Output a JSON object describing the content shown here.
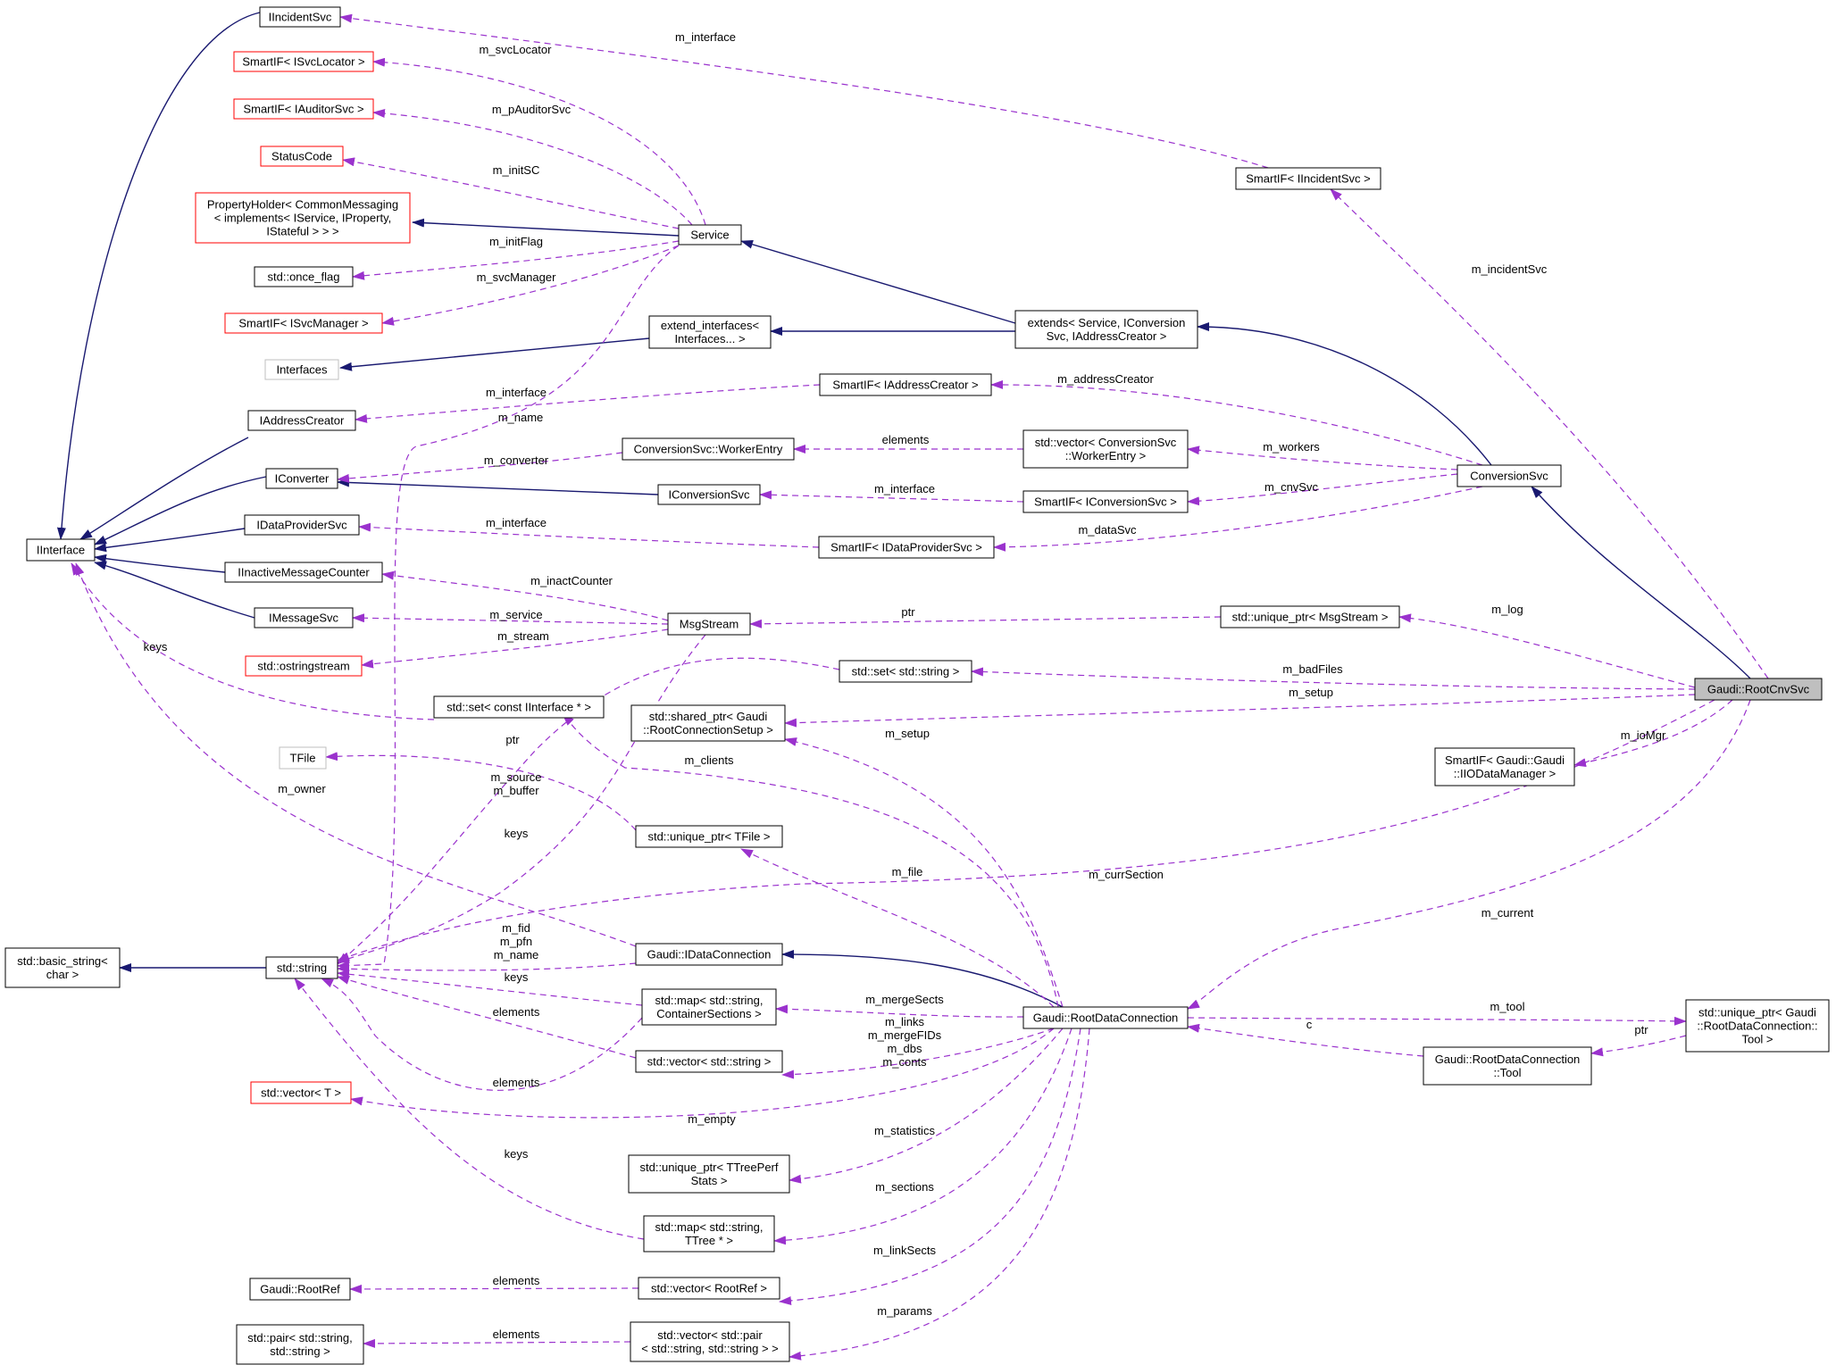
{
  "colors": {
    "inheritance": "#191970",
    "usage": "#9a32cd",
    "node_border": "#000000",
    "node_border_undocumented": "#ff0000",
    "node_border_external": "#bfbfbf",
    "node_fill": "#ffffff",
    "node_fill_focus": "#bfbfbf"
  },
  "nodes": {
    "IIncidentSvc": {
      "lines": [
        "IIncidentSvc"
      ],
      "style": "normal"
    },
    "SmartIF_ISvcLocator": {
      "lines": [
        "SmartIF< ISvcLocator >"
      ],
      "style": "red"
    },
    "SmartIF_IAuditorSvc": {
      "lines": [
        "SmartIF< IAuditorSvc >"
      ],
      "style": "red"
    },
    "StatusCode": {
      "lines": [
        "StatusCode"
      ],
      "style": "red"
    },
    "PropertyHolder": {
      "lines": [
        "PropertyHolder< CommonMessaging",
        "< implements< IService, IProperty,",
        "IStateful > > >"
      ],
      "style": "red"
    },
    "once_flag": {
      "lines": [
        "std::once_flag"
      ],
      "style": "normal"
    },
    "SmartIF_ISvcManager": {
      "lines": [
        "SmartIF< ISvcManager >"
      ],
      "style": "red"
    },
    "Interfaces": {
      "lines": [
        "Interfaces"
      ],
      "style": "gray"
    },
    "IAddressCreator": {
      "lines": [
        "IAddressCreator"
      ],
      "style": "normal"
    },
    "IConverter": {
      "lines": [
        "IConverter"
      ],
      "style": "normal"
    },
    "IDataProviderSvc": {
      "lines": [
        "IDataProviderSvc"
      ],
      "style": "normal"
    },
    "IInterface": {
      "lines": [
        "IInterface"
      ],
      "style": "normal"
    },
    "IInactiveMessageCounter": {
      "lines": [
        "IInactiveMessageCounter"
      ],
      "style": "normal"
    },
    "IMessageSvc": {
      "lines": [
        "IMessageSvc"
      ],
      "style": "normal"
    },
    "ostringstream": {
      "lines": [
        "std::ostringstream"
      ],
      "style": "red"
    },
    "set_IInterface": {
      "lines": [
        "std::set< const IInterface * >"
      ],
      "style": "normal"
    },
    "TFile": {
      "lines": [
        "TFile"
      ],
      "style": "gray"
    },
    "basic_string": {
      "lines": [
        "std::basic_string<",
        "char >"
      ],
      "style": "normal"
    },
    "std_string": {
      "lines": [
        "std::string"
      ],
      "style": "normal"
    },
    "vector_T": {
      "lines": [
        "std::vector< T >"
      ],
      "style": "red"
    },
    "RootRef": {
      "lines": [
        "Gaudi::RootRef"
      ],
      "style": "normal"
    },
    "pair_string": {
      "lines": [
        "std::pair< std::string,",
        "std::string >"
      ],
      "style": "normal"
    },
    "Service": {
      "lines": [
        "Service"
      ],
      "style": "normal"
    },
    "extend_interfaces": {
      "lines": [
        "extend_interfaces<",
        "Interfaces... >"
      ],
      "style": "normal"
    },
    "ConversionSvc_WorkerEntry": {
      "lines": [
        "ConversionSvc::WorkerEntry"
      ],
      "style": "normal"
    },
    "IConversionSvc": {
      "lines": [
        "IConversionSvc"
      ],
      "style": "normal"
    },
    "MsgStream": {
      "lines": [
        "MsgStream"
      ],
      "style": "normal"
    },
    "SmartIF_IAddressCreator": {
      "lines": [
        "SmartIF< IAddressCreator >"
      ],
      "style": "normal"
    },
    "SmartIF_IDataProviderSvc": {
      "lines": [
        "SmartIF< IDataProviderSvc >"
      ],
      "style": "normal"
    },
    "set_string": {
      "lines": [
        "std::set< std::string >"
      ],
      "style": "normal"
    },
    "shared_ptr_setup": {
      "lines": [
        "std::shared_ptr< Gaudi",
        "::RootConnectionSetup >"
      ],
      "style": "normal"
    },
    "unique_ptr_TFile": {
      "lines": [
        "std::unique_ptr< TFile >"
      ],
      "style": "normal"
    },
    "IDataConnection": {
      "lines": [
        "Gaudi::IDataConnection"
      ],
      "style": "normal"
    },
    "map_ContainerSections": {
      "lines": [
        "std::map< std::string,",
        "ContainerSections >"
      ],
      "style": "normal"
    },
    "vector_string": {
      "lines": [
        "std::vector< std::string >"
      ],
      "style": "normal"
    },
    "unique_ptr_TTreePerfStats": {
      "lines": [
        "std::unique_ptr< TTreePerf",
        "Stats >"
      ],
      "style": "normal"
    },
    "map_TTree": {
      "lines": [
        "std::map< std::string,",
        "TTree * >"
      ],
      "style": "normal"
    },
    "vector_RootRef": {
      "lines": [
        "std::vector< RootRef >"
      ],
      "style": "normal"
    },
    "vector_pair": {
      "lines": [
        "std::vector< std::pair",
        "< std::string, std::string > >"
      ],
      "style": "normal"
    },
    "extends": {
      "lines": [
        "extends< Service, IConversion",
        "Svc, IAddressCreator >"
      ],
      "style": "normal"
    },
    "vector_WorkerEntry": {
      "lines": [
        "std::vector< ConversionSvc",
        "::WorkerEntry >"
      ],
      "style": "normal"
    },
    "SmartIF_IConversionSvc": {
      "lines": [
        "SmartIF< IConversionSvc >"
      ],
      "style": "normal"
    },
    "unique_ptr_MsgStream": {
      "lines": [
        "std::unique_ptr< MsgStream >"
      ],
      "style": "normal"
    },
    "RootDataConnection": {
      "lines": [
        "Gaudi::RootDataConnection"
      ],
      "style": "normal"
    },
    "RootDataConnection_Tool": {
      "lines": [
        "Gaudi::RootDataConnection",
        "::Tool"
      ],
      "style": "normal"
    },
    "SmartIF_IIncidentSvc": {
      "lines": [
        "SmartIF< IIncidentSvc >"
      ],
      "style": "normal"
    },
    "ConversionSvc": {
      "lines": [
        "ConversionSvc"
      ],
      "style": "normal"
    },
    "SmartIF_IIODataManager": {
      "lines": [
        "SmartIF< Gaudi::Gaudi",
        "::IIODataManager >"
      ],
      "style": "normal"
    },
    "unique_ptr_Tool": {
      "lines": [
        "std::unique_ptr< Gaudi",
        "::RootDataConnection::",
        "Tool >"
      ],
      "style": "normal"
    },
    "RootCnvSvc": {
      "lines": [
        "Gaudi::RootCnvSvc"
      ],
      "style": "focus"
    }
  },
  "edges": [
    {
      "from": "Service",
      "to": "PropertyHolder",
      "kind": "inheritance"
    },
    {
      "from": "extends",
      "to": "Service",
      "kind": "inheritance"
    },
    {
      "from": "extends",
      "to": "extend_interfaces",
      "kind": "inheritance"
    },
    {
      "from": "extend_interfaces",
      "to": "Interfaces",
      "kind": "inheritance"
    },
    {
      "from": "ConversionSvc",
      "to": "extends",
      "kind": "inheritance"
    },
    {
      "from": "RootCnvSvc",
      "to": "ConversionSvc",
      "kind": "inheritance"
    },
    {
      "from": "IIncidentSvc",
      "to": "IInterface",
      "kind": "inheritance"
    },
    {
      "from": "IAddressCreator",
      "to": "IInterface",
      "kind": "inheritance"
    },
    {
      "from": "IConverter",
      "to": "IInterface",
      "kind": "inheritance"
    },
    {
      "from": "IDataProviderSvc",
      "to": "IInterface",
      "kind": "inheritance"
    },
    {
      "from": "IInactiveMessageCounter",
      "to": "IInterface",
      "kind": "inheritance"
    },
    {
      "from": "IMessageSvc",
      "to": "IInterface",
      "kind": "inheritance"
    },
    {
      "from": "IConversionSvc",
      "to": "IConverter",
      "kind": "inheritance"
    },
    {
      "from": "std_string",
      "to": "basic_string",
      "kind": "inheritance"
    },
    {
      "from": "RootDataConnection",
      "to": "IDataConnection",
      "kind": "inheritance"
    },
    {
      "from": "SmartIF_IIncidentSvc",
      "to": "IIncidentSvc",
      "kind": "usage",
      "label": "m_interface"
    },
    {
      "from": "Service",
      "to": "SmartIF_ISvcLocator",
      "kind": "usage",
      "label": "m_svcLocator"
    },
    {
      "from": "Service",
      "to": "SmartIF_IAuditorSvc",
      "kind": "usage",
      "label": "m_pAuditorSvc"
    },
    {
      "from": "Service",
      "to": "StatusCode",
      "kind": "usage",
      "label": "m_initSC"
    },
    {
      "from": "Service",
      "to": "once_flag",
      "kind": "usage",
      "label": "m_initFlag"
    },
    {
      "from": "Service",
      "to": "SmartIF_ISvcManager",
      "kind": "usage",
      "label": "m_svcManager"
    },
    {
      "from": "Service",
      "to": "std_string",
      "kind": "usage",
      "label": "m_name"
    },
    {
      "from": "SmartIF_IAddressCreator",
      "to": "IAddressCreator",
      "kind": "usage",
      "label": "m_interface"
    },
    {
      "from": "ConversionSvc_WorkerEntry",
      "to": "IConverter",
      "kind": "usage",
      "label": "m_converter"
    },
    {
      "from": "SmartIF_IConversionSvc",
      "to": "IConversionSvc",
      "kind": "usage",
      "label": "m_interface"
    },
    {
      "from": "SmartIF_IDataProviderSvc",
      "to": "IDataProviderSvc",
      "kind": "usage",
      "label": "m_interface"
    },
    {
      "from": "MsgStream",
      "to": "IInactiveMessageCounter",
      "kind": "usage",
      "label": "m_inactCounter"
    },
    {
      "from": "MsgStream",
      "to": "IMessageSvc",
      "kind": "usage",
      "label": "m_service"
    },
    {
      "from": "MsgStream",
      "to": "ostringstream",
      "kind": "usage",
      "label": "m_stream"
    },
    {
      "from": "MsgStream",
      "to": "std_string",
      "kind": "usage",
      "label": "m_source\nm_buffer"
    },
    {
      "from": "set_IInterface",
      "to": "IInterface",
      "kind": "usage",
      "label": "keys"
    },
    {
      "from": "set_string",
      "to": "std_string",
      "kind": "usage",
      "label": "keys"
    },
    {
      "from": "unique_ptr_TFile",
      "to": "TFile",
      "kind": "usage",
      "label": "ptr"
    },
    {
      "from": "IDataConnection",
      "to": "IInterface",
      "kind": "usage",
      "label": "m_owner"
    },
    {
      "from": "IDataConnection",
      "to": "std_string",
      "kind": "usage",
      "label": "m_fid\nm_pfn\nm_name"
    },
    {
      "from": "map_ContainerSections",
      "to": "std_string",
      "kind": "usage",
      "label": "keys"
    },
    {
      "from": "vector_string",
      "to": "std_string",
      "kind": "usage",
      "label": "elements"
    },
    {
      "from": "map_ContainerSections",
      "to": "std_string",
      "kind": "usage",
      "label": "elements"
    },
    {
      "from": "map_TTree",
      "to": "std_string",
      "kind": "usage",
      "label": "keys"
    },
    {
      "from": "vector_RootRef",
      "to": "RootRef",
      "kind": "usage",
      "label": "elements"
    },
    {
      "from": "vector_pair",
      "to": "pair_string",
      "kind": "usage",
      "label": "elements"
    },
    {
      "from": "vector_WorkerEntry",
      "to": "ConversionSvc_WorkerEntry",
      "kind": "usage",
      "label": "elements"
    },
    {
      "from": "unique_ptr_MsgStream",
      "to": "MsgStream",
      "kind": "usage",
      "label": "ptr"
    },
    {
      "from": "ConversionSvc",
      "to": "SmartIF_IAddressCreator",
      "kind": "usage",
      "label": "m_addressCreator"
    },
    {
      "from": "ConversionSvc",
      "to": "vector_WorkerEntry",
      "kind": "usage",
      "label": "m_workers"
    },
    {
      "from": "ConversionSvc",
      "to": "SmartIF_IConversionSvc",
      "kind": "usage",
      "label": "m_cnvSvc"
    },
    {
      "from": "ConversionSvc",
      "to": "SmartIF_IDataProviderSvc",
      "kind": "usage",
      "label": "m_dataSvc"
    },
    {
      "from": "RootCnvSvc",
      "to": "SmartIF_IIncidentSvc",
      "kind": "usage",
      "label": "m_incidentSvc"
    },
    {
      "from": "RootCnvSvc",
      "to": "unique_ptr_MsgStream",
      "kind": "usage",
      "label": "m_log"
    },
    {
      "from": "RootCnvSvc",
      "to": "set_string",
      "kind": "usage",
      "label": "m_badFiles"
    },
    {
      "from": "RootCnvSvc",
      "to": "shared_ptr_setup",
      "kind": "usage",
      "label": "m_setup"
    },
    {
      "from": "RootCnvSvc",
      "to": "SmartIF_IIODataManager",
      "kind": "usage",
      "label": "m_ioMgr"
    },
    {
      "from": "RootCnvSvc",
      "to": "std_string",
      "kind": "usage",
      "label": "m_currSection"
    },
    {
      "from": "RootCnvSvc",
      "to": "RootDataConnection",
      "kind": "usage",
      "label": "m_current"
    },
    {
      "from": "RootDataConnection",
      "to": "shared_ptr_setup",
      "kind": "usage",
      "label": "m_setup"
    },
    {
      "from": "RootDataConnection",
      "to": "set_IInterface",
      "kind": "usage",
      "label": "m_clients"
    },
    {
      "from": "RootDataConnection",
      "to": "unique_ptr_TFile",
      "kind": "usage",
      "label": "m_file"
    },
    {
      "from": "RootDataConnection",
      "to": "map_ContainerSections",
      "kind": "usage",
      "label": "m_mergeSects"
    },
    {
      "from": "RootDataConnection",
      "to": "vector_string",
      "kind": "usage",
      "label": "m_links\nm_mergeFIDs\nm_dbs\nm_conts"
    },
    {
      "from": "RootDataConnection",
      "to": "vector_T",
      "kind": "usage",
      "label": "m_empty"
    },
    {
      "from": "RootDataConnection",
      "to": "unique_ptr_TTreePerfStats",
      "kind": "usage",
      "label": "m_statistics"
    },
    {
      "from": "RootDataConnection",
      "to": "map_TTree",
      "kind": "usage",
      "label": "m_sections"
    },
    {
      "from": "RootDataConnection",
      "to": "vector_RootRef",
      "kind": "usage",
      "label": "m_linkSects"
    },
    {
      "from": "RootDataConnection",
      "to": "vector_pair",
      "kind": "usage",
      "label": "m_params"
    },
    {
      "from": "RootDataConnection",
      "to": "unique_ptr_Tool",
      "kind": "usage",
      "label": "m_tool"
    },
    {
      "from": "RootDataConnection_Tool",
      "to": "RootDataConnection",
      "kind": "usage",
      "label": "c"
    },
    {
      "from": "unique_ptr_Tool",
      "to": "RootDataConnection_Tool",
      "kind": "usage",
      "label": "ptr"
    }
  ]
}
